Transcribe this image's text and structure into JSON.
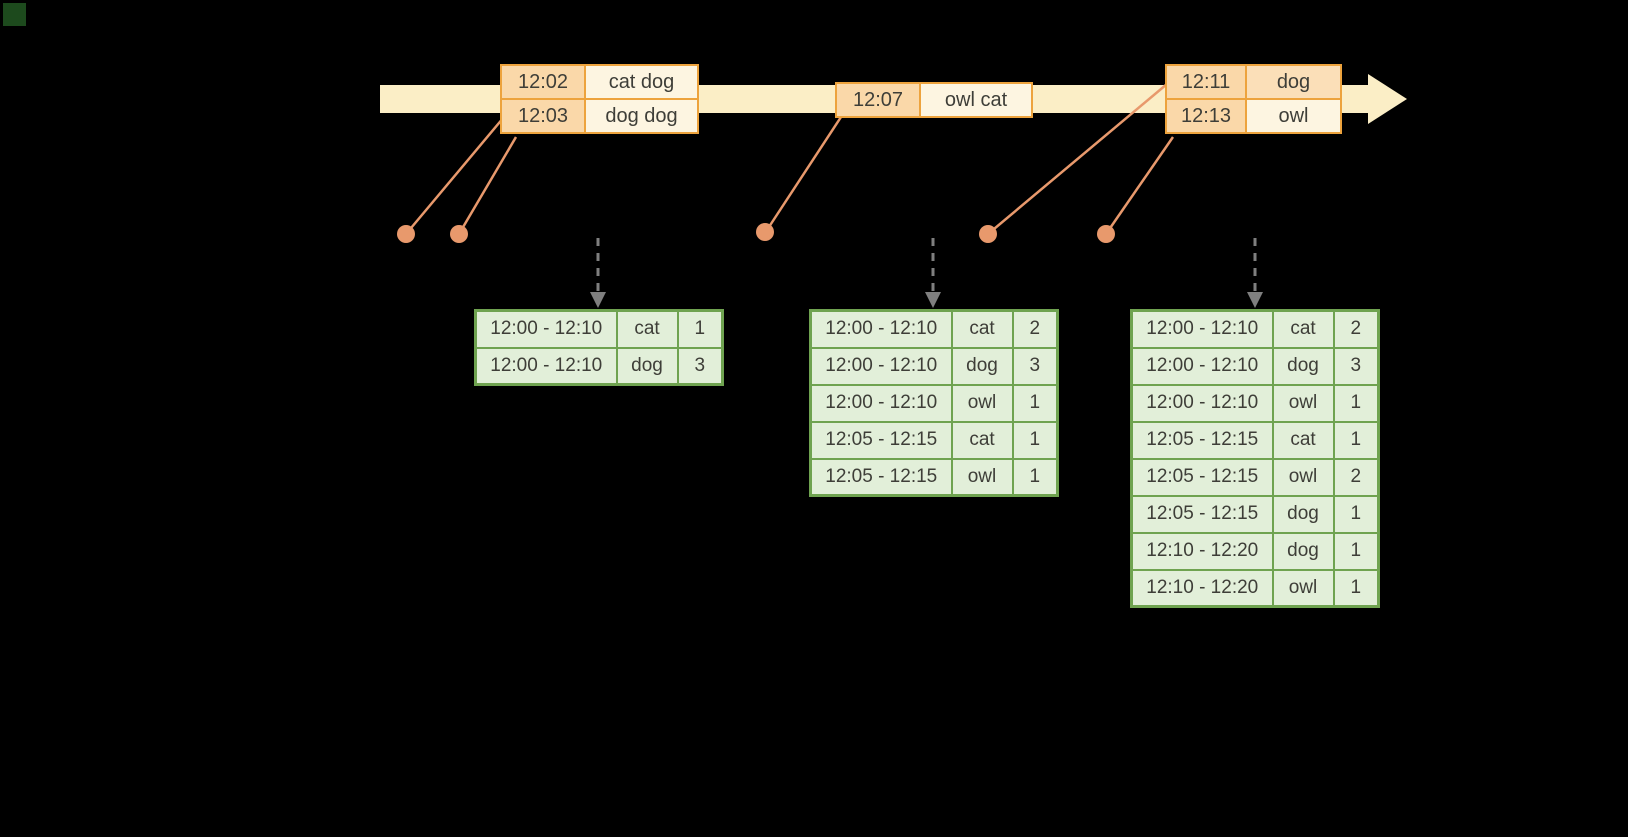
{
  "colors": {
    "background": "#000000",
    "timeline_band": "#FBEEC6",
    "event_border": "#EDA33D",
    "event_time_fill": "#FAD8A9",
    "event_word_fill": "#FDF5E1",
    "event_word_fill_highlight": "#FBDFB8",
    "connector": "#E8996C",
    "trigger_arrow": "#7F7F7F",
    "result_border": "#6FA350",
    "result_fill": "#E2EFD9",
    "text": "#3E3E38"
  },
  "event_tables": [
    {
      "rows": [
        {
          "time": "12:02",
          "words": "cat dog"
        },
        {
          "time": "12:03",
          "words": "dog dog"
        }
      ]
    },
    {
      "rows": [
        {
          "time": "12:07",
          "words": "owl cat"
        }
      ]
    },
    {
      "rows": [
        {
          "time": "12:11",
          "words": "dog"
        },
        {
          "time": "12:13",
          "words": "owl"
        }
      ]
    }
  ],
  "result_tables": [
    {
      "rows": [
        {
          "window": "12:00 - 12:10",
          "word": "cat",
          "count": "1"
        },
        {
          "window": "12:00 - 12:10",
          "word": "dog",
          "count": "3"
        }
      ]
    },
    {
      "rows": [
        {
          "window": "12:00 - 12:10",
          "word": "cat",
          "count": "2"
        },
        {
          "window": "12:00 - 12:10",
          "word": "dog",
          "count": "3"
        },
        {
          "window": "12:00 - 12:10",
          "word": "owl",
          "count": "1"
        },
        {
          "window": "12:05 - 12:15",
          "word": "cat",
          "count": "1"
        },
        {
          "window": "12:05 - 12:15",
          "word": "owl",
          "count": "1"
        }
      ]
    },
    {
      "rows": [
        {
          "window": "12:00 - 12:10",
          "word": "cat",
          "count": "2"
        },
        {
          "window": "12:00 - 12:10",
          "word": "dog",
          "count": "3"
        },
        {
          "window": "12:00 - 12:10",
          "word": "owl",
          "count": "1"
        },
        {
          "window": "12:05 - 12:15",
          "word": "cat",
          "count": "1"
        },
        {
          "window": "12:05 - 12:15",
          "word": "owl",
          "count": "2"
        },
        {
          "window": "12:05 - 12:15",
          "word": "dog",
          "count": "1"
        },
        {
          "window": "12:10 - 12:20",
          "word": "dog",
          "count": "1"
        },
        {
          "window": "12:10 - 12:20",
          "word": "owl",
          "count": "1"
        }
      ]
    }
  ]
}
